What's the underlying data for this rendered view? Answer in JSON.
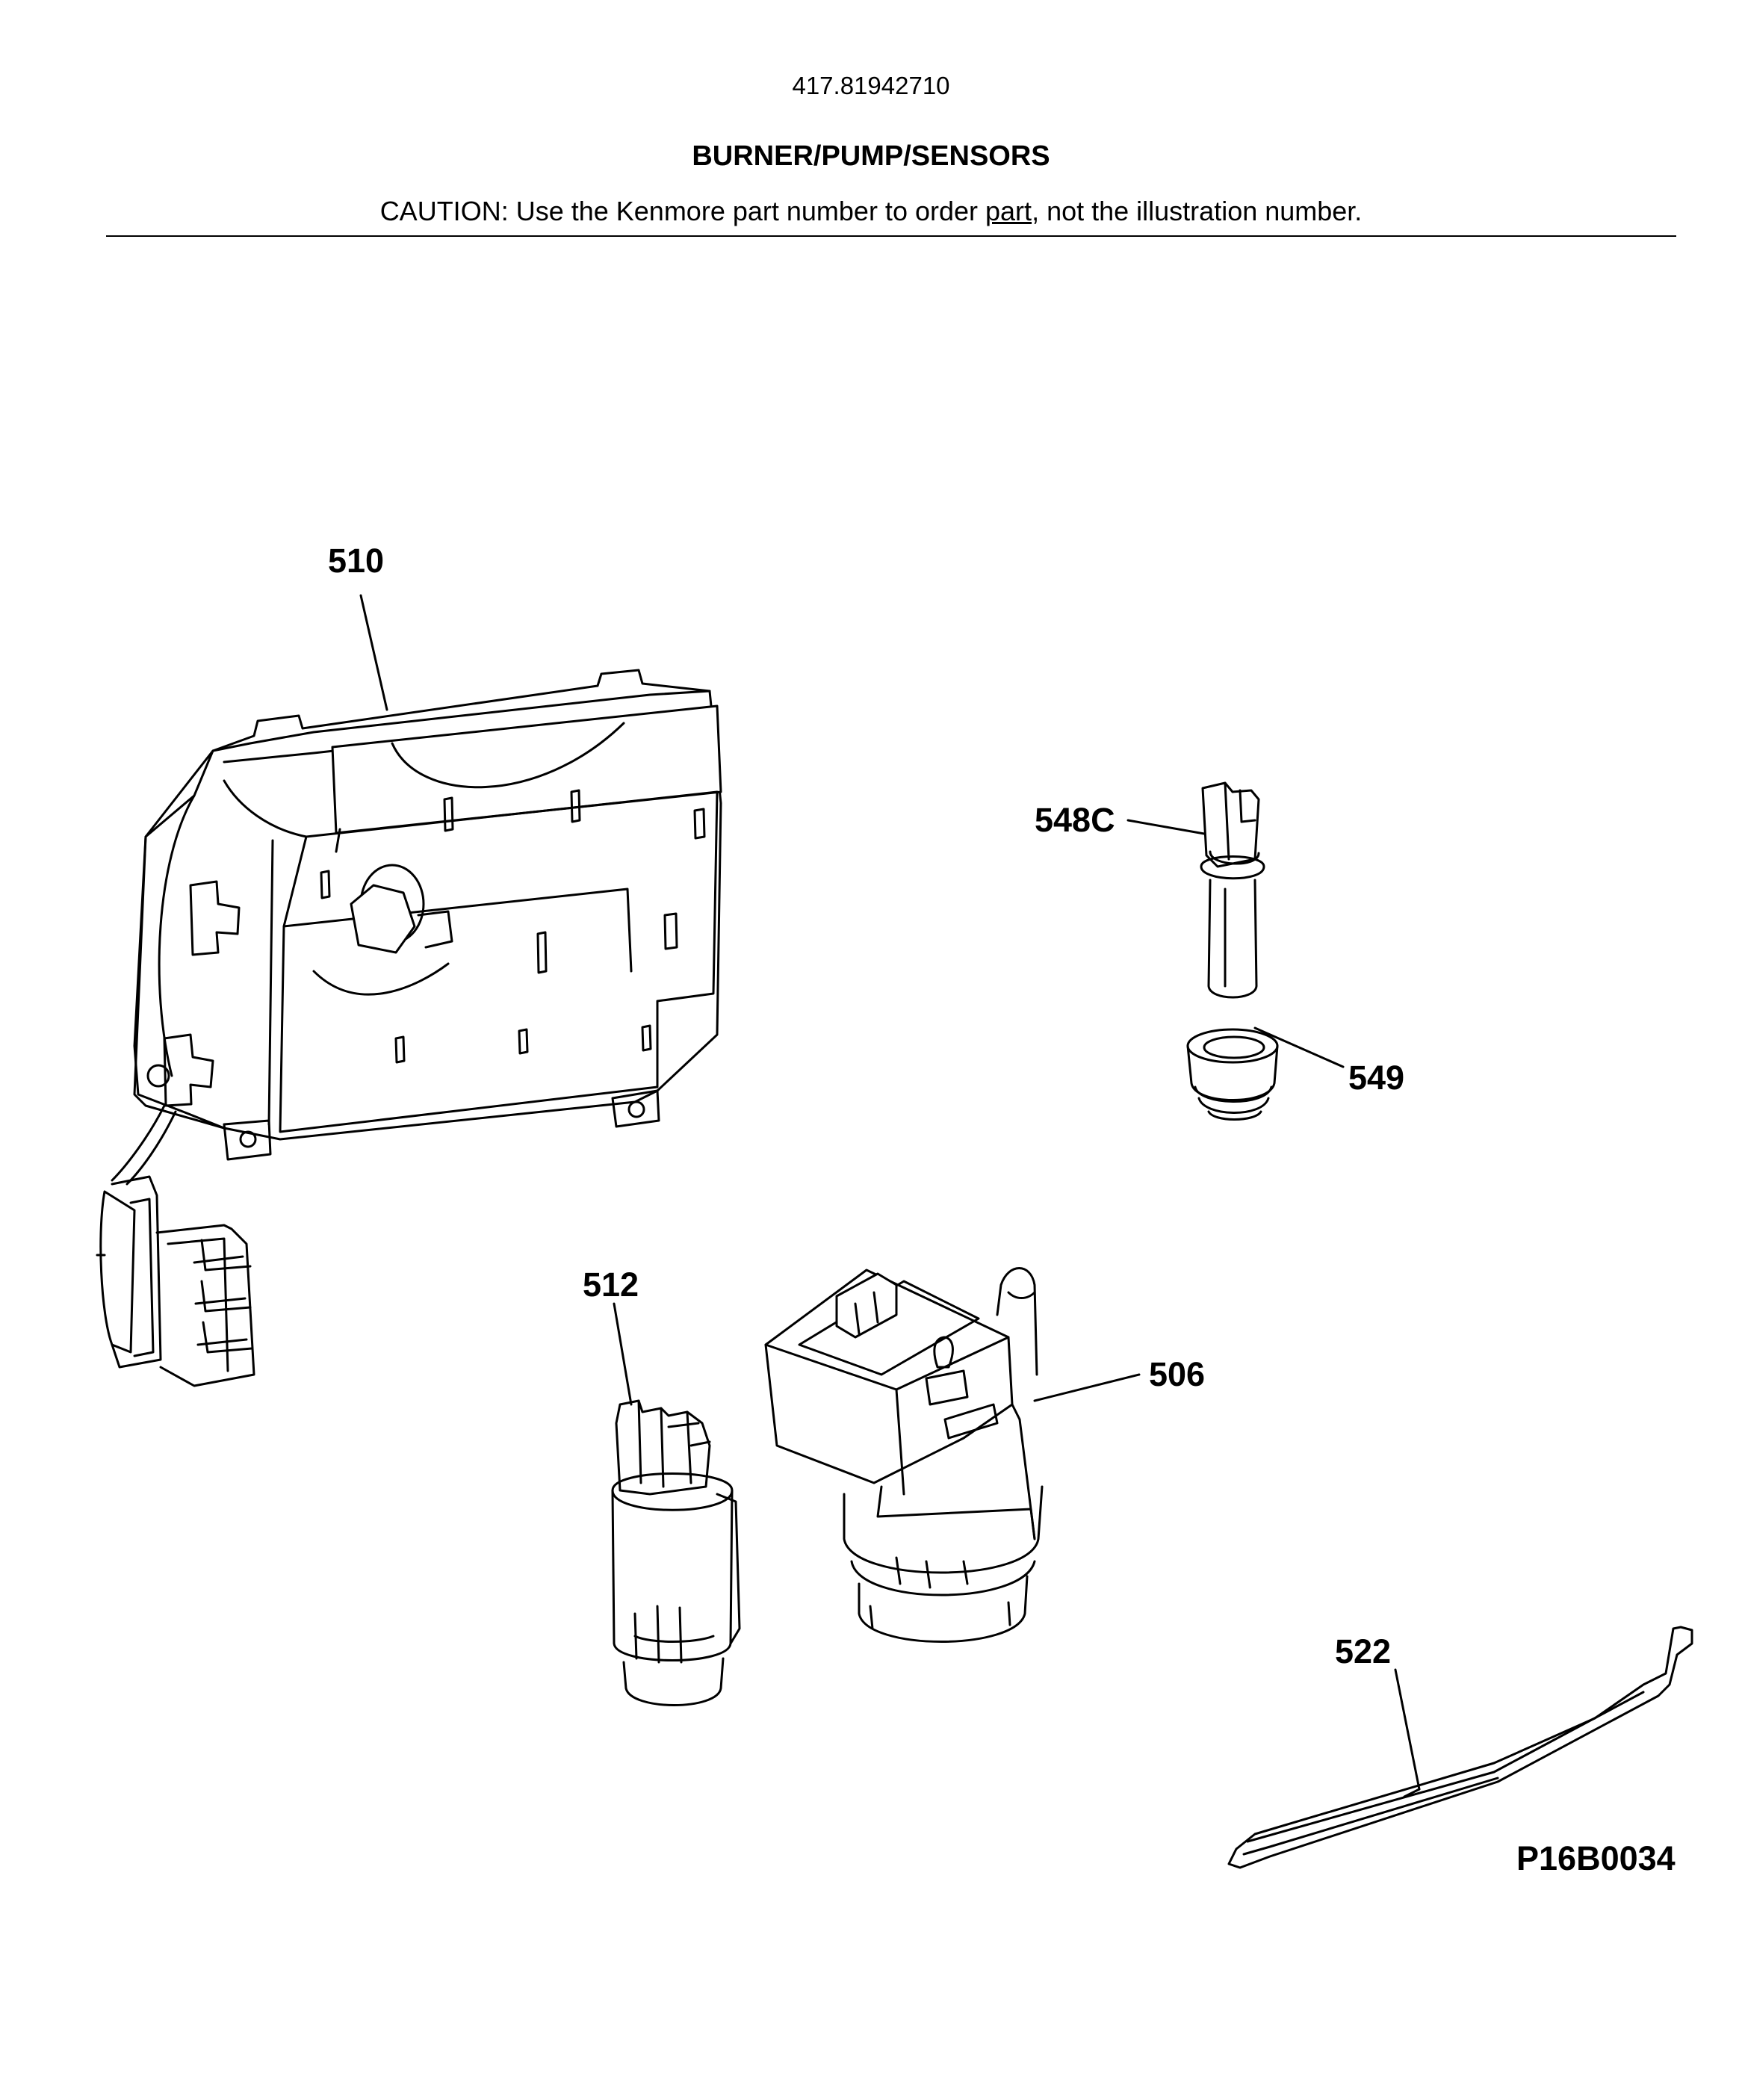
{
  "header": {
    "model_number": "417.81942710",
    "section_title": "BURNER/PUMP/SENSORS",
    "caution_prefix": "CAUTION: Use the Kenmore part number to order ",
    "caution_link": "part",
    "caution_suffix": ", not the illustration number."
  },
  "callouts": {
    "c510": "510",
    "c548c": "548C",
    "c549": "549",
    "c512": "512",
    "c506": "506",
    "c522": "522"
  },
  "diagram_code": "P16B0034"
}
